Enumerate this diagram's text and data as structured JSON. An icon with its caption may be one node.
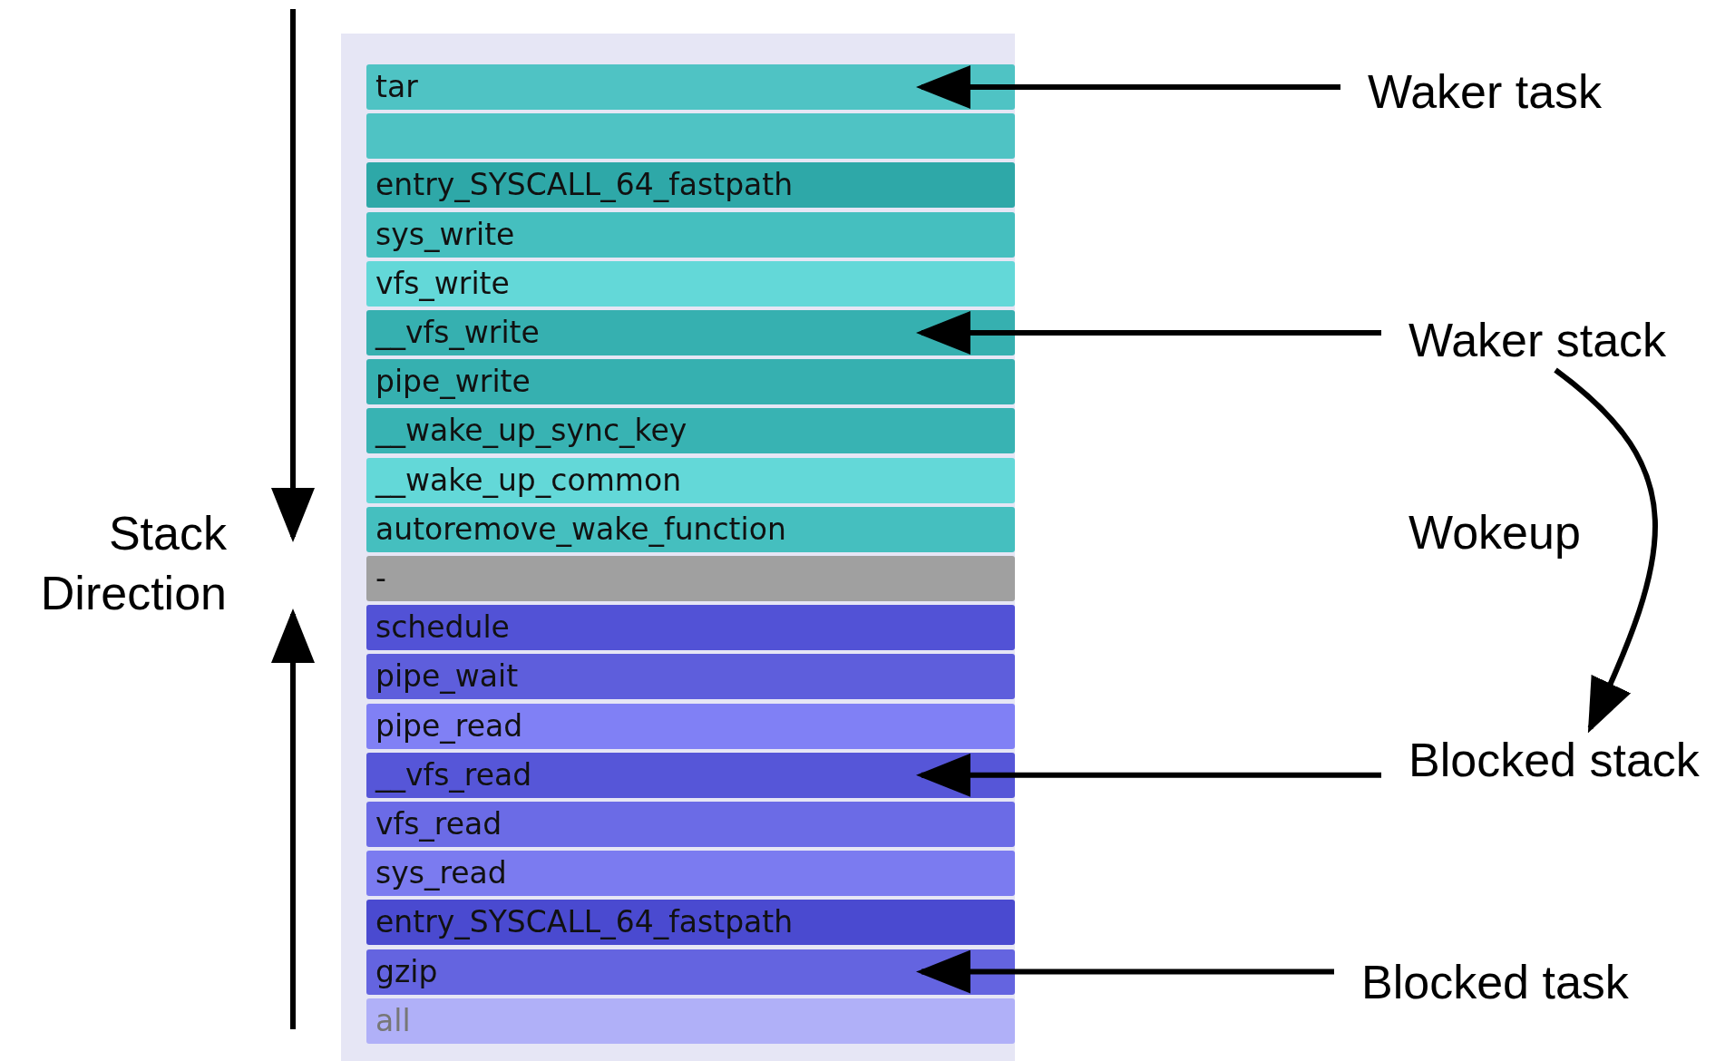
{
  "diagram": {
    "nodes": [
      {
        "text": [],
        "shape": "box"
      },
      {
        "text": [
          "tar"
        ],
        "in": 0
      },
      {
        "text": [],
        "shape": "bar",
        "in": 0
      },
      {
        "text": [
          "entry_SYSCALL_64_fastpath"
        ],
        "in": 0
      },
      {
        "text": [
          "sys_write"
        ],
        "in": 0
      },
      {
        "text": [
          "vfs_write"
        ],
        "in": 0
      },
      {
        "text": [
          "__vfs_write"
        ],
        "in": 0
      },
      {
        "text": [
          "pipe_write"
        ],
        "in": 0
      },
      {
        "text": [
          "__wake_up_sync_key"
        ],
        "in": 0
      },
      {
        "text": [
          "__wake_up_common"
        ],
        "in": 0
      },
      {
        "text": [
          "autoremove_wake_function"
        ],
        "in": 0
      },
      {
        "text": [
          "-"
        ],
        "in": 0
      },
      {
        "text": [
          "schedule"
        ],
        "in": 0
      },
      {
        "text": [
          "pipe_wait"
        ],
        "in": 0
      },
      {
        "text": [
          "pipe_read"
        ],
        "in": 0
      },
      {
        "text": [
          "__vfs_read"
        ],
        "in": 0
      },
      {
        "text": [
          "vfs_read"
        ],
        "in": 0
      },
      {
        "text": [
          "sys_read"
        ],
        "in": 0
      },
      {
        "text": [
          "entry_SYSCALL_64_fastpath"
        ],
        "in": 0
      },
      {
        "text": [
          "gzip"
        ],
        "in": 0
      },
      {
        "text": [
          "all"
        ],
        "in": 0
      },
      {
        "text": [
          "Waker task"
        ]
      },
      {
        "text": [
          "Waker stack"
        ]
      },
      {
        "text": [
          "Blocked stack"
        ]
      },
      {
        "text": [
          "Blocked task"
        ]
      }
    ],
    "edges": [
      {
        "from": 21,
        "to": 1,
        "arrow": "to"
      },
      {
        "from": 22,
        "to": 6,
        "arrow": "to"
      },
      {
        "from": 22,
        "to": 23,
        "arrow": "to",
        "label": "Wokeup"
      },
      {
        "from": 23,
        "to": 15,
        "arrow": "to"
      },
      {
        "from": 24,
        "to": 19,
        "arrow": "to"
      }
    ],
    "labels": [
      "Stack Direction"
    ]
  }
}
